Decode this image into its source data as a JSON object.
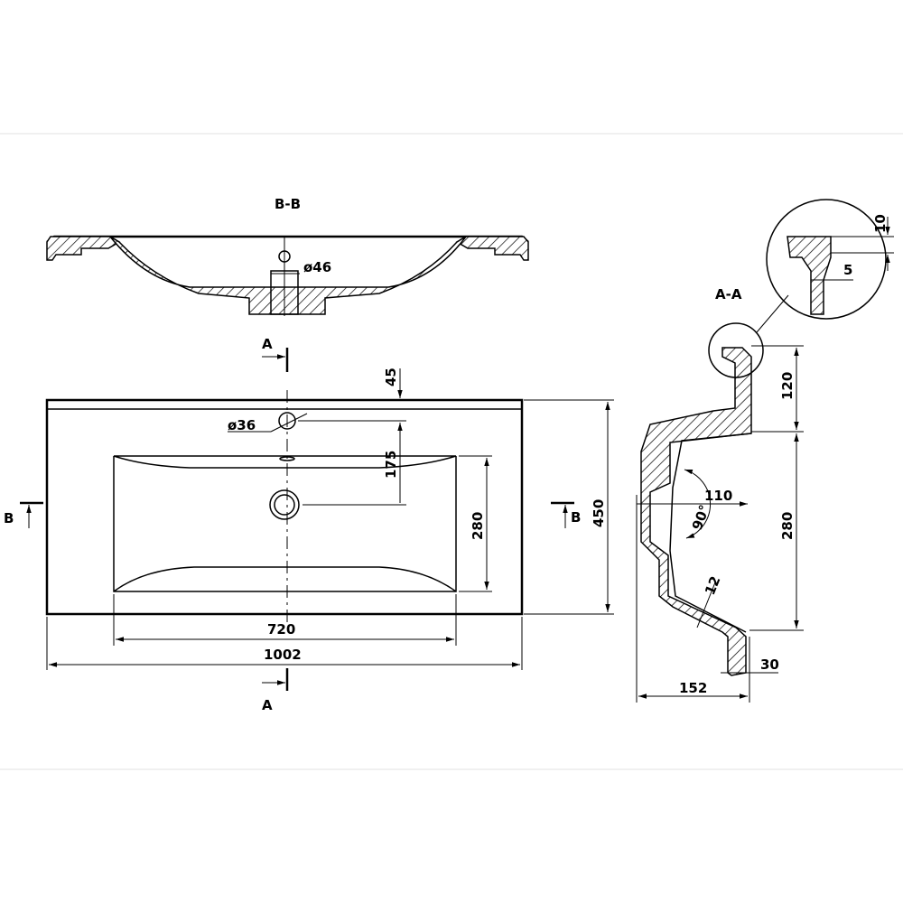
{
  "sections": {
    "bb_title": "B-B",
    "aa_title": "A-A",
    "cut_a": "A",
    "cut_b": "B"
  },
  "dimensions": {
    "drain_diameter_bb": "ø46",
    "tap_hole_diameter": "ø36",
    "tap_offset": "45",
    "tap_to_drain": "175",
    "basin_depth": "280",
    "overall_depth": "450",
    "basin_width": "720",
    "overall_width": "1002",
    "angle_drain": "110",
    "angle_90": "90°",
    "wall_thickness": "12",
    "rim_height": "120",
    "side_depth": "280",
    "bottom_lip": "30",
    "side_width": "152",
    "detail_10": "10",
    "detail_5": "5"
  }
}
